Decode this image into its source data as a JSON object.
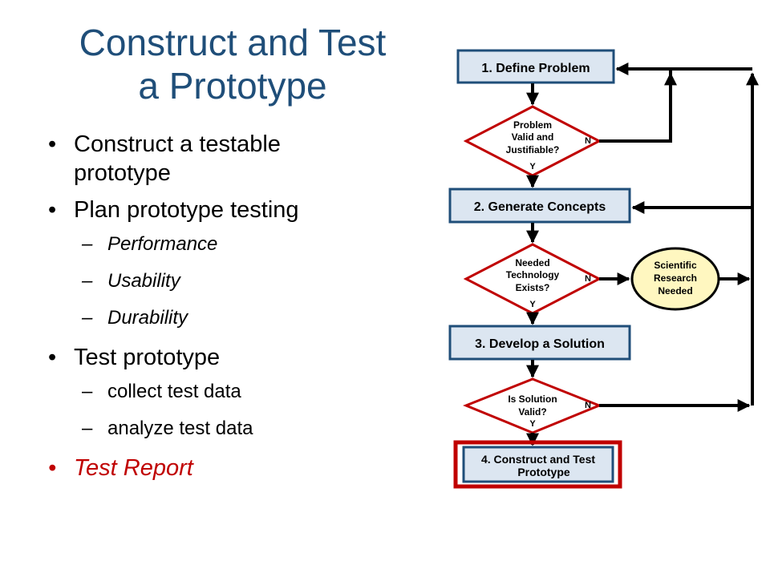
{
  "slide": {
    "title_line1": "Construct and Test",
    "title_line2": "a Prototype"
  },
  "bullets": {
    "b1": "Construct a testable prototype",
    "b2": "Plan prototype testing",
    "b2_sub1": "Performance",
    "b2_sub2": "Usability",
    "b2_sub3": "Durability",
    "b3": "Test prototype",
    "b3_sub1": "collect test data",
    "b3_sub2": "analyze test data",
    "b4": "Test Report"
  },
  "flow": {
    "step1": "1. Define Problem",
    "d1_line1": "Problem",
    "d1_line2": "Valid and",
    "d1_line3": "Justifiable?",
    "step2": "2. Generate Concepts",
    "d2_line1": "Needed",
    "d2_line2": "Technology",
    "d2_line3": "Exists?",
    "oval_line1": "Scientific",
    "oval_line2": "Research",
    "oval_line3": "Needed",
    "step3": "3. Develop a Solution",
    "d3_line1": "Is Solution",
    "d3_line2": "Valid?",
    "step4_line1": "4. Construct and Test",
    "step4_line2": "Prototype",
    "yes": "Y",
    "no": "N",
    "colors": {
      "box_fill": "#dce6f1",
      "box_stroke": "#1f4e79",
      "diamond_stroke": "#c00000",
      "oval_fill": "#fff7c0",
      "highlight": "#c00000"
    }
  }
}
